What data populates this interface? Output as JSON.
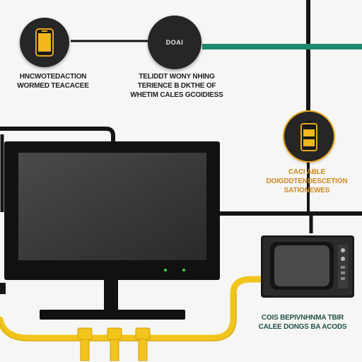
{
  "nodes": {
    "left": {
      "icon": "phone-icon"
    },
    "center": {
      "label": "DOAI"
    },
    "right": {
      "icon": "battery-icon"
    }
  },
  "captions": {
    "left": [
      "HNCWOTEDACTION",
      "WORMED TEACACEE"
    ],
    "center": [
      "TELIDDT WONY NHING",
      "TERIENCE B DKTHE OF",
      "WHETIM CALES GCOIDIESS"
    ],
    "right": [
      "CACI ABLE",
      "DOIGDDTENDESCETION",
      "SATIONEWES"
    ],
    "bottom_right": [
      "COIS BEPIVNHNMA TBIR",
      "CALEE DONGS BA ACODS"
    ]
  },
  "colors": {
    "wire": "#151515",
    "teal": "#1f8a6e",
    "cable": "#f2c51d",
    "accent": "#e6a81d",
    "node": "#262626"
  }
}
